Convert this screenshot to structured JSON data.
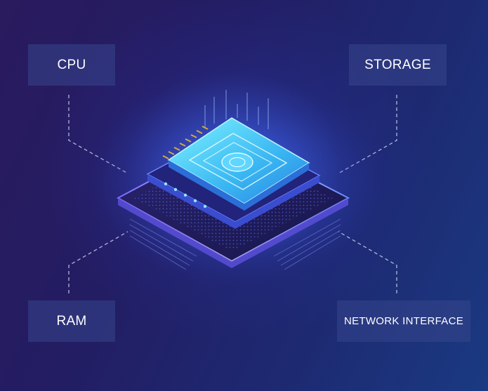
{
  "labels": {
    "cpu": "CPU",
    "storage": "STORAGE",
    "ram": "RAM",
    "network": "NETWORK INTERFACE"
  },
  "colors": {
    "background_left": "#2a1a5e",
    "background_right": "#1a3a82",
    "label_box": "#37468c",
    "chip_cyan": "#5ee0ff",
    "chip_glow": "#3a6bff",
    "pins_gold": "#d8a93c",
    "connector": "#c9d0ee"
  },
  "icons": {
    "chip": "processor-chip-icon"
  }
}
